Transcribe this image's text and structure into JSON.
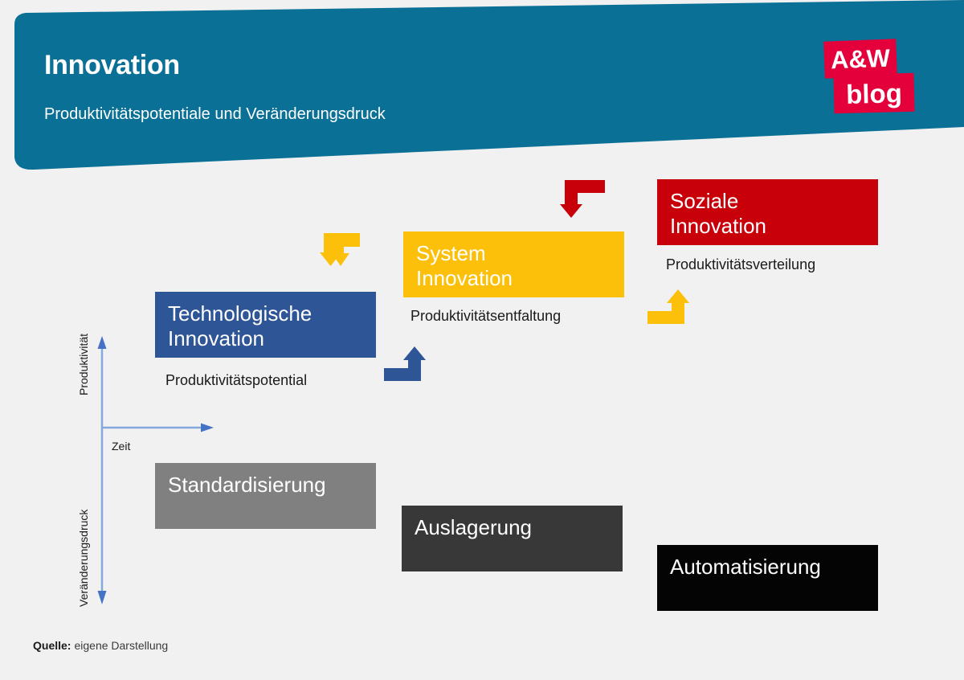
{
  "header": {
    "title": "Innovation",
    "subtitle": "Produktivitätspotentiale und Veränderungsdruck",
    "background_color": "#0a7096"
  },
  "logo": {
    "line1": "A&W",
    "line2": "blog",
    "color": "#e4003a"
  },
  "axes": {
    "y_top_label": "Produktivität",
    "y_bottom_label": "Veränderungsdruck",
    "x_label": "Zeit",
    "color": "#86a9dd"
  },
  "boxes": {
    "technologische": {
      "line1": "Technologische",
      "line2": "Innovation",
      "caption": "Produktivitätspotential",
      "color": "#2e5596"
    },
    "system": {
      "line1": "System",
      "line2": "Innovation",
      "caption": "Produktivitätsentfaltung",
      "color": "#fcc00a"
    },
    "soziale": {
      "line1": "Soziale",
      "line2": "Innovation",
      "caption": "Produktivitätsverteilung",
      "color": "#c8000a"
    },
    "standardisierung": {
      "label": "Standardisierung",
      "color": "#808080"
    },
    "auslagerung": {
      "label": "Auslagerung",
      "color": "#383838"
    },
    "automatisierung": {
      "label": "Automatisierung",
      "color": "#040404"
    }
  },
  "arrows": [
    {
      "name": "yellow-down-arrow",
      "color": "#fcc00a",
      "direction": "down"
    },
    {
      "name": "blue-up-arrow",
      "color": "#2e5596",
      "direction": "up"
    },
    {
      "name": "red-down-arrow",
      "color": "#c8000a",
      "direction": "down"
    },
    {
      "name": "yellow-up-arrow",
      "color": "#fcc00a",
      "direction": "up"
    }
  ],
  "footer": {
    "source_label": "Quelle:",
    "source_value": "eigene Darstellung"
  }
}
